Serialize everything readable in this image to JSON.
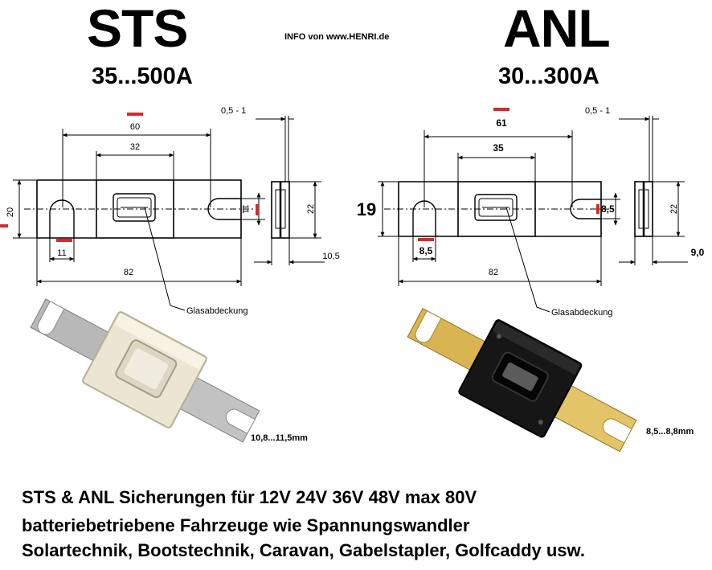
{
  "sts": {
    "title": "STS",
    "range": "35...500A",
    "dims": {
      "total": "60",
      "window": "32",
      "thickness": "0,5 - 1",
      "height": "20",
      "slot": "11",
      "side_height": "22",
      "bottom_slot": "11",
      "length": "82",
      "side_width": "10,5"
    },
    "glass_label": "Glasabdeckung",
    "photo_caption": "10,8...11,5mm",
    "colors": {
      "blade": "#b9b9b9",
      "body": "#ece5d2"
    }
  },
  "anl": {
    "title": "ANL",
    "range": "30...300A",
    "dims": {
      "total": "61",
      "window": "35",
      "thickness": "0,5 - 1",
      "height": "19",
      "slot": "8,5",
      "side_height": "22",
      "bottom_slot": "8,5",
      "length": "82",
      "side_width": "9,0"
    },
    "glass_label": "Glasabdeckung",
    "photo_caption": "8,5...8,8mm",
    "colors": {
      "blade": "#d9b552",
      "body": "#161616"
    }
  },
  "info": "INFO von www.HENRI.de",
  "caption": {
    "line1": "STS & ANL Sicherungen für 12V 24V 36V 48V max 80V",
    "line2": "batteriebetriebene Fahrzeuge wie Spannungswandler",
    "line3": "Solartechnik, Bootstechnik, Caravan, Gabelstapler, Golfcaddy usw."
  },
  "accent": "#d42a2a"
}
